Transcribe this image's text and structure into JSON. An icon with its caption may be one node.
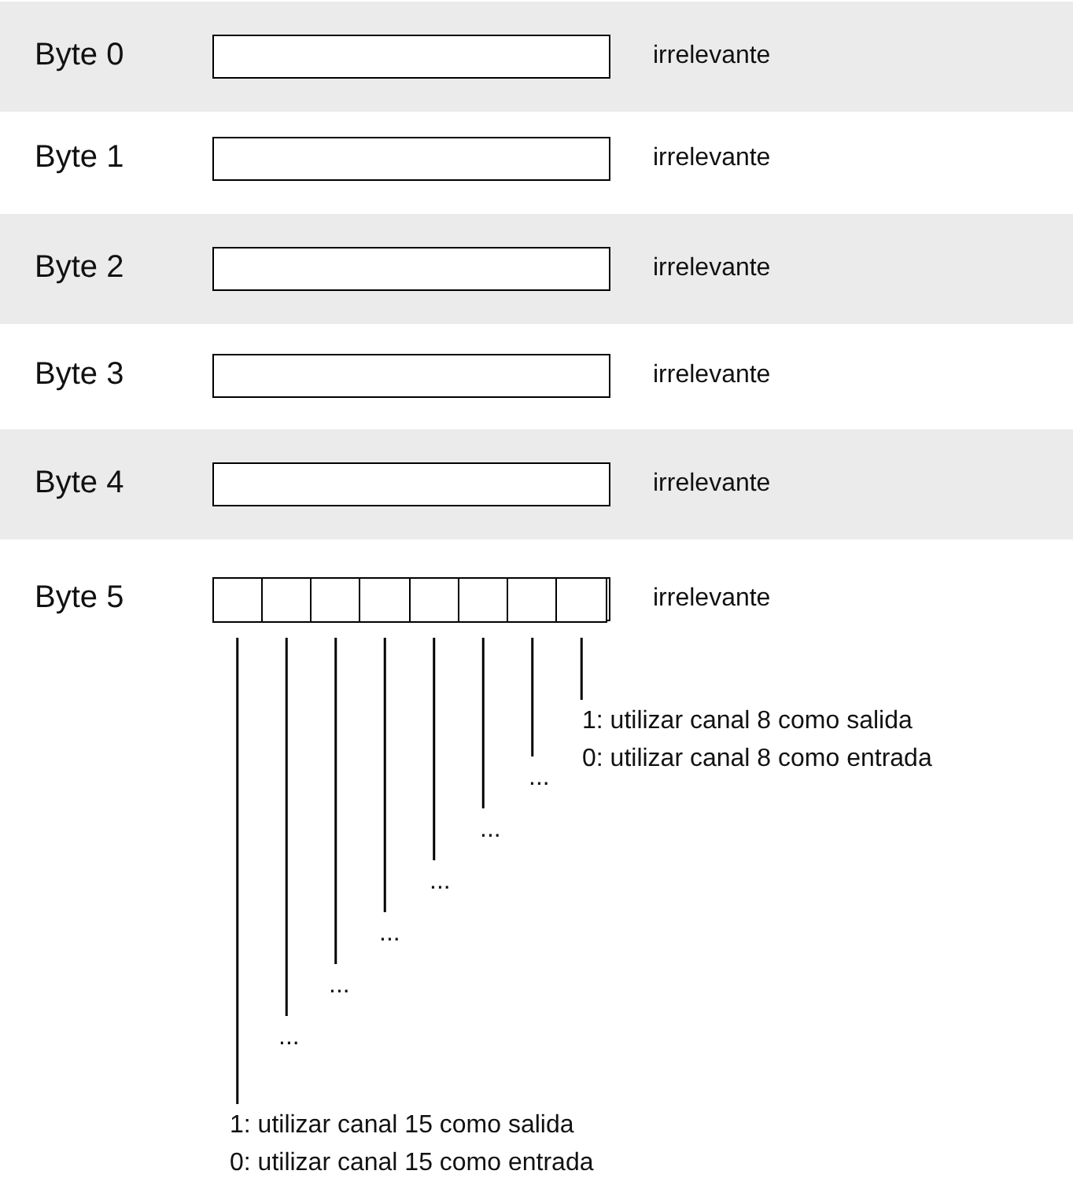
{
  "diagram": {
    "nodes": [
      {
        "text": [],
        "shape": "box",
        "beside": [
          "Byte 0",
          "irrelevante"
        ]
      },
      {
        "text": [],
        "shape": "box",
        "beside": [
          "Byte 1",
          "irrelevante"
        ]
      },
      {
        "text": [],
        "shape": "box",
        "beside": [
          "Byte 2",
          "irrelevante"
        ]
      },
      {
        "text": [],
        "shape": "box",
        "beside": [
          "Byte 3",
          "irrelevante"
        ]
      },
      {
        "text": [],
        "shape": "box",
        "beside": [
          "Byte 4",
          "irrelevante"
        ]
      },
      {
        "text": [],
        "shape": "box",
        "beside": [
          "Byte 5",
          "irrelevante"
        ]
      },
      {
        "text": [],
        "shape": "box",
        "in": 5
      },
      {
        "text": [],
        "shape": "box",
        "in": 5
      },
      {
        "text": [],
        "shape": "box",
        "in": 5
      },
      {
        "text": [],
        "shape": "box",
        "in": 5
      },
      {
        "text": [],
        "shape": "box",
        "in": 5
      },
      {
        "text": [],
        "shape": "box",
        "in": 5
      },
      {
        "text": [],
        "shape": "box",
        "in": 5
      },
      {
        "text": [],
        "shape": "box",
        "in": 5
      },
      {
        "text": [
          "1: utilizar canal 8 como salida",
          "0: utilizar canal 8 como entrada"
        ]
      },
      {
        "text": [
          "..."
        ]
      },
      {
        "text": [
          "..."
        ]
      },
      {
        "text": [
          "..."
        ]
      },
      {
        "text": [
          "..."
        ]
      },
      {
        "text": [
          "..."
        ]
      },
      {
        "text": [
          "..."
        ]
      },
      {
        "text": [
          "1: utilizar canal 15 como salida",
          "0: utilizar canal 15 como entrada"
        ]
      }
    ],
    "edges": [
      {
        "from": 13,
        "to": 14,
        "arrow": "none"
      },
      {
        "from": 12,
        "to": 15,
        "arrow": "none"
      },
      {
        "from": 11,
        "to": 16,
        "arrow": "none"
      },
      {
        "from": 10,
        "to": 17,
        "arrow": "none"
      },
      {
        "from": 9,
        "to": 18,
        "arrow": "none"
      },
      {
        "from": 8,
        "to": 19,
        "arrow": "none"
      },
      {
        "from": 7,
        "to": 20,
        "arrow": "none"
      },
      {
        "from": 6,
        "to": 21,
        "arrow": "none"
      }
    ]
  }
}
